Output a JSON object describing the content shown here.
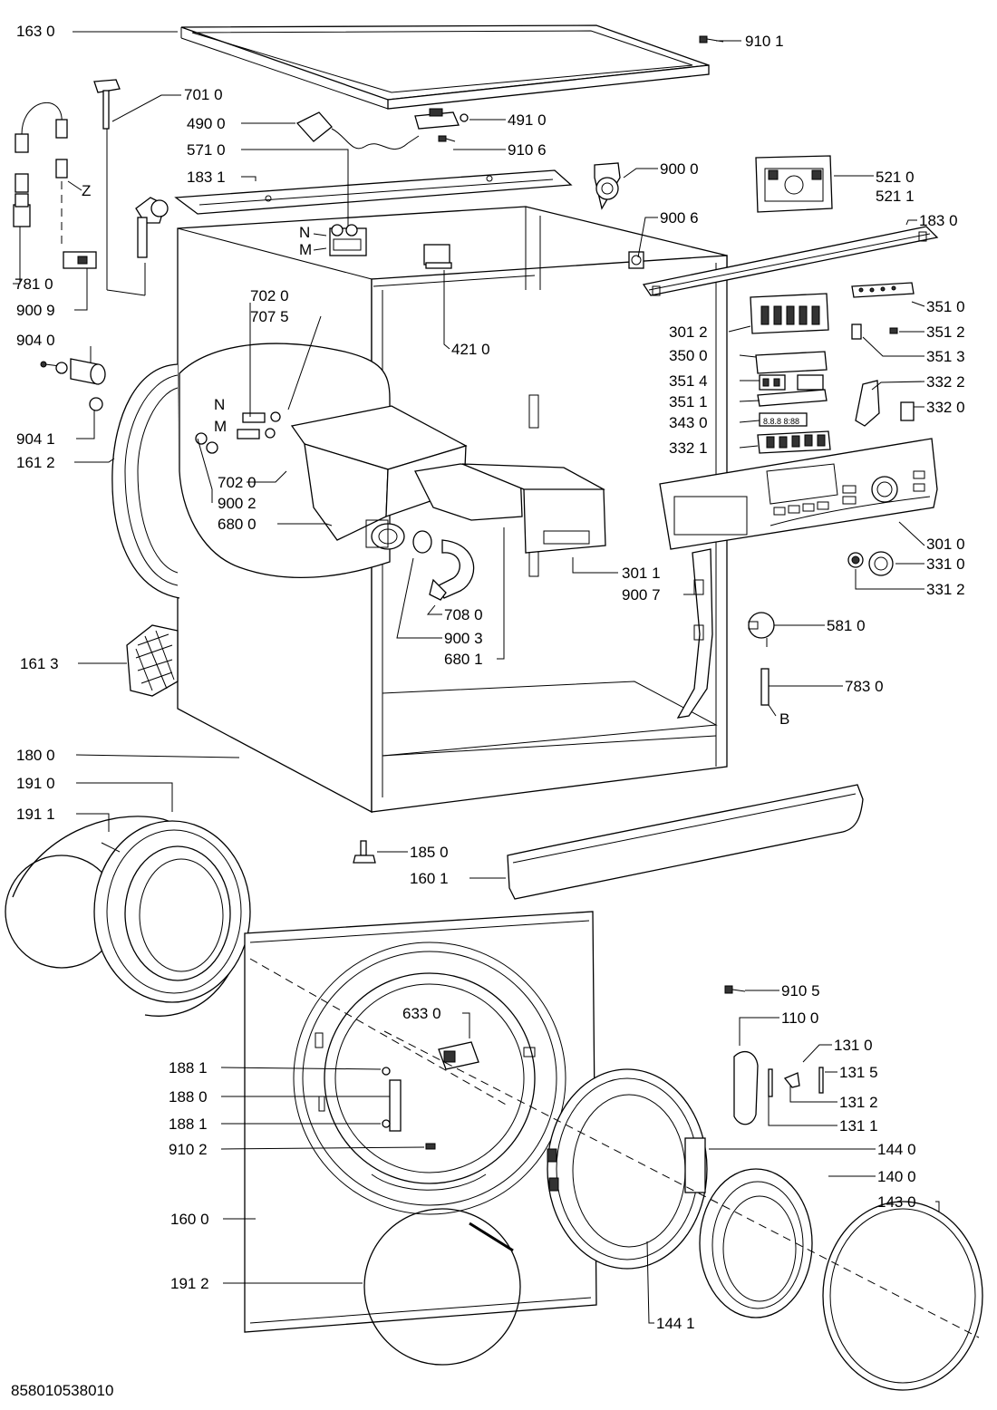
{
  "diagram": {
    "doc_number": "858010538010",
    "labels": [
      {
        "id": "163-0",
        "text": "163 0"
      },
      {
        "id": "910-1",
        "text": "910 1"
      },
      {
        "id": "701-0",
        "text": "701 0"
      },
      {
        "id": "490-0",
        "text": "490 0"
      },
      {
        "id": "491-0",
        "text": "491 0"
      },
      {
        "id": "910-6",
        "text": "910 6"
      },
      {
        "id": "571-0",
        "text": "571 0"
      },
      {
        "id": "183-1",
        "text": "183 1"
      },
      {
        "id": "900-0",
        "text": "900 0"
      },
      {
        "id": "521-0",
        "text": "521 0"
      },
      {
        "id": "521-1",
        "text": "521 1"
      },
      {
        "id": "183-0",
        "text": "183 0"
      },
      {
        "id": "900-6",
        "text": "900 6"
      },
      {
        "id": "z",
        "text": "Z"
      },
      {
        "id": "n-top",
        "text": "N"
      },
      {
        "id": "m-top",
        "text": "M"
      },
      {
        "id": "781-0",
        "text": "781 0"
      },
      {
        "id": "900-9",
        "text": "900 9"
      },
      {
        "id": "702-0-a",
        "text": "702 0"
      },
      {
        "id": "707-5",
        "text": "707 5"
      },
      {
        "id": "421-0",
        "text": "421 0"
      },
      {
        "id": "351-0",
        "text": "351 0"
      },
      {
        "id": "301-2",
        "text": "301 2"
      },
      {
        "id": "351-2",
        "text": "351 2"
      },
      {
        "id": "904-0",
        "text": "904 0"
      },
      {
        "id": "350-0",
        "text": "350 0"
      },
      {
        "id": "351-3",
        "text": "351 3"
      },
      {
        "id": "351-4",
        "text": "351 4"
      },
      {
        "id": "332-2",
        "text": "332 2"
      },
      {
        "id": "351-1",
        "text": "351 1"
      },
      {
        "id": "332-0",
        "text": "332 0"
      },
      {
        "id": "n-mid",
        "text": "N"
      },
      {
        "id": "343-0",
        "text": "343 0"
      },
      {
        "id": "904-1",
        "text": "904 1"
      },
      {
        "id": "m-mid",
        "text": "M"
      },
      {
        "id": "332-1",
        "text": "332 1"
      },
      {
        "id": "161-2",
        "text": "161 2"
      },
      {
        "id": "702-0-b",
        "text": "702 0"
      },
      {
        "id": "900-2",
        "text": "900 2"
      },
      {
        "id": "680-0",
        "text": "680 0"
      },
      {
        "id": "301-0",
        "text": "301 0"
      },
      {
        "id": "301-1",
        "text": "301 1"
      },
      {
        "id": "331-0",
        "text": "331 0"
      },
      {
        "id": "900-7",
        "text": "900 7"
      },
      {
        "id": "331-2",
        "text": "331 2"
      },
      {
        "id": "708-0",
        "text": "708 0"
      },
      {
        "id": "581-0",
        "text": "581 0"
      },
      {
        "id": "900-3",
        "text": "900 3"
      },
      {
        "id": "161-3",
        "text": "161 3"
      },
      {
        "id": "680-1",
        "text": "680 1"
      },
      {
        "id": "783-0",
        "text": "783 0"
      },
      {
        "id": "b",
        "text": "B"
      },
      {
        "id": "180-0",
        "text": "180 0"
      },
      {
        "id": "191-0",
        "text": "191 0"
      },
      {
        "id": "191-1",
        "text": "191 1"
      },
      {
        "id": "185-0",
        "text": "185 0"
      },
      {
        "id": "160-1",
        "text": "160 1"
      },
      {
        "id": "910-5",
        "text": "910 5"
      },
      {
        "id": "110-0",
        "text": "110 0"
      },
      {
        "id": "633-0",
        "text": "633 0"
      },
      {
        "id": "131-0",
        "text": "131 0"
      },
      {
        "id": "188-1-a",
        "text": "188 1"
      },
      {
        "id": "131-5",
        "text": "131 5"
      },
      {
        "id": "188-0",
        "text": "188 0"
      },
      {
        "id": "131-2",
        "text": "131 2"
      },
      {
        "id": "188-1-b",
        "text": "188 1"
      },
      {
        "id": "131-1",
        "text": "131 1"
      },
      {
        "id": "910-2",
        "text": "910 2"
      },
      {
        "id": "144-0",
        "text": "144 0"
      },
      {
        "id": "140-0",
        "text": "140 0"
      },
      {
        "id": "143-0",
        "text": "143 0"
      },
      {
        "id": "160-0",
        "text": "160 0"
      },
      {
        "id": "191-2",
        "text": "191 2"
      },
      {
        "id": "144-1",
        "text": "144 1"
      }
    ]
  }
}
